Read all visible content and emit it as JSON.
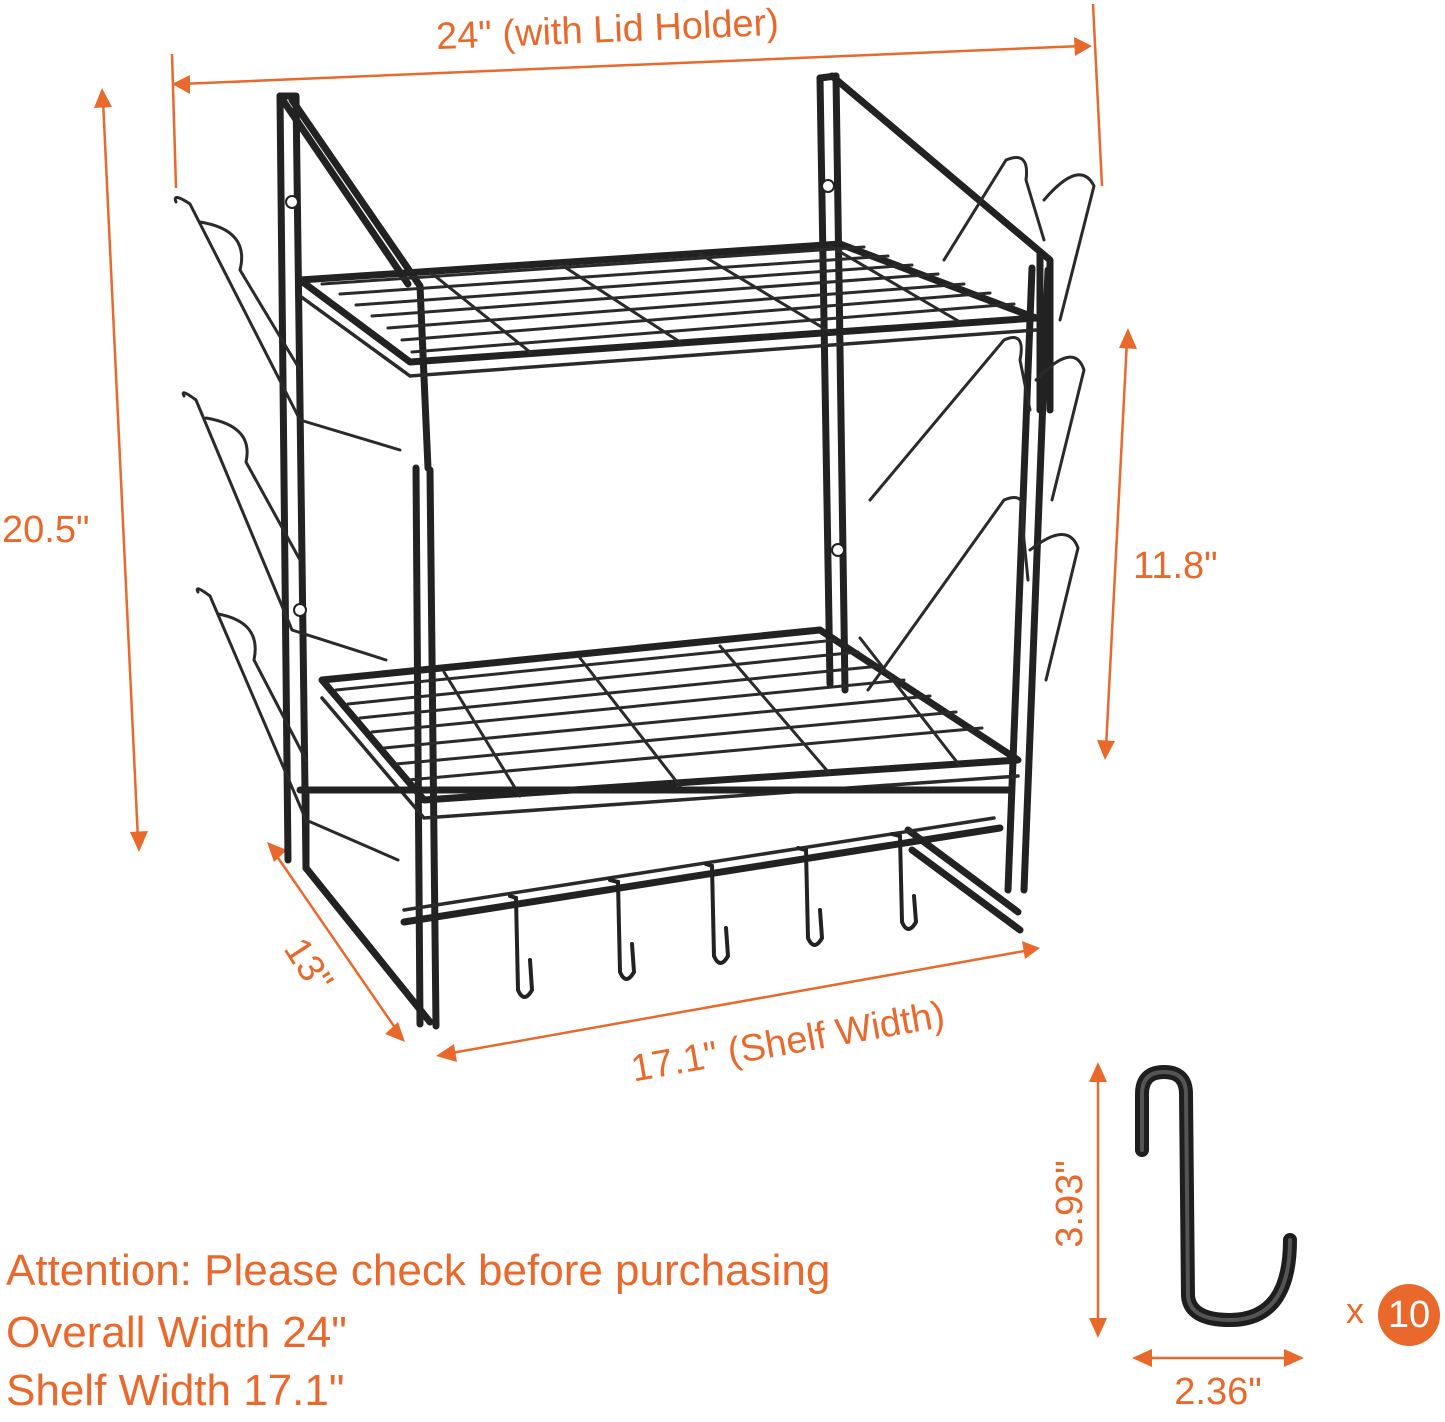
{
  "dimensions": {
    "overall_width": "24\" (with Lid Holder)",
    "height": "20.5\"",
    "shelf_spacing": "11.8\"",
    "depth": "13\"",
    "shelf_width": "17.1\" (Shelf Width)",
    "hook_height": "3.93\"",
    "hook_width": "2.36\""
  },
  "hook_quantity": {
    "prefix": "x",
    "count": "10"
  },
  "attention": {
    "line1": "Attention: Please check before purchasing",
    "line2": "Overall Width 24\"",
    "line3": "Shelf Width 17.1\""
  },
  "colors": {
    "accent": "#e8692b",
    "rack": "#222222"
  }
}
